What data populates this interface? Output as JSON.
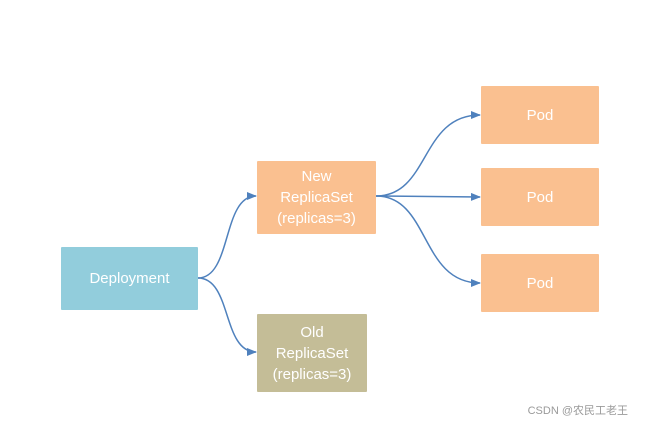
{
  "colors": {
    "deployment": "#92CDDC",
    "new_replicaset": "#FAC090",
    "old_replicaset": "#C4BD97",
    "pod": "#FAC090",
    "edge": "#4F81BD"
  },
  "nodes": {
    "deployment": {
      "lines": [
        "Deployment"
      ]
    },
    "new_replicaset": {
      "lines": [
        "New",
        "ReplicaSet",
        "(replicas=3)"
      ]
    },
    "old_replicaset": {
      "lines": [
        "Old",
        "ReplicaSet",
        "(replicas=3)"
      ]
    },
    "pods": [
      {
        "lines": [
          "Pod"
        ]
      },
      {
        "lines": [
          "Pod"
        ]
      },
      {
        "lines": [
          "Pod"
        ]
      }
    ]
  },
  "edges": [
    {
      "from": "deployment",
      "to": "new_replicaset"
    },
    {
      "from": "deployment",
      "to": "old_replicaset"
    },
    {
      "from": "new_replicaset",
      "to": "pod-1"
    },
    {
      "from": "new_replicaset",
      "to": "pod-2"
    },
    {
      "from": "new_replicaset",
      "to": "pod-3"
    }
  ],
  "watermark": "CSDN @农民工老王"
}
